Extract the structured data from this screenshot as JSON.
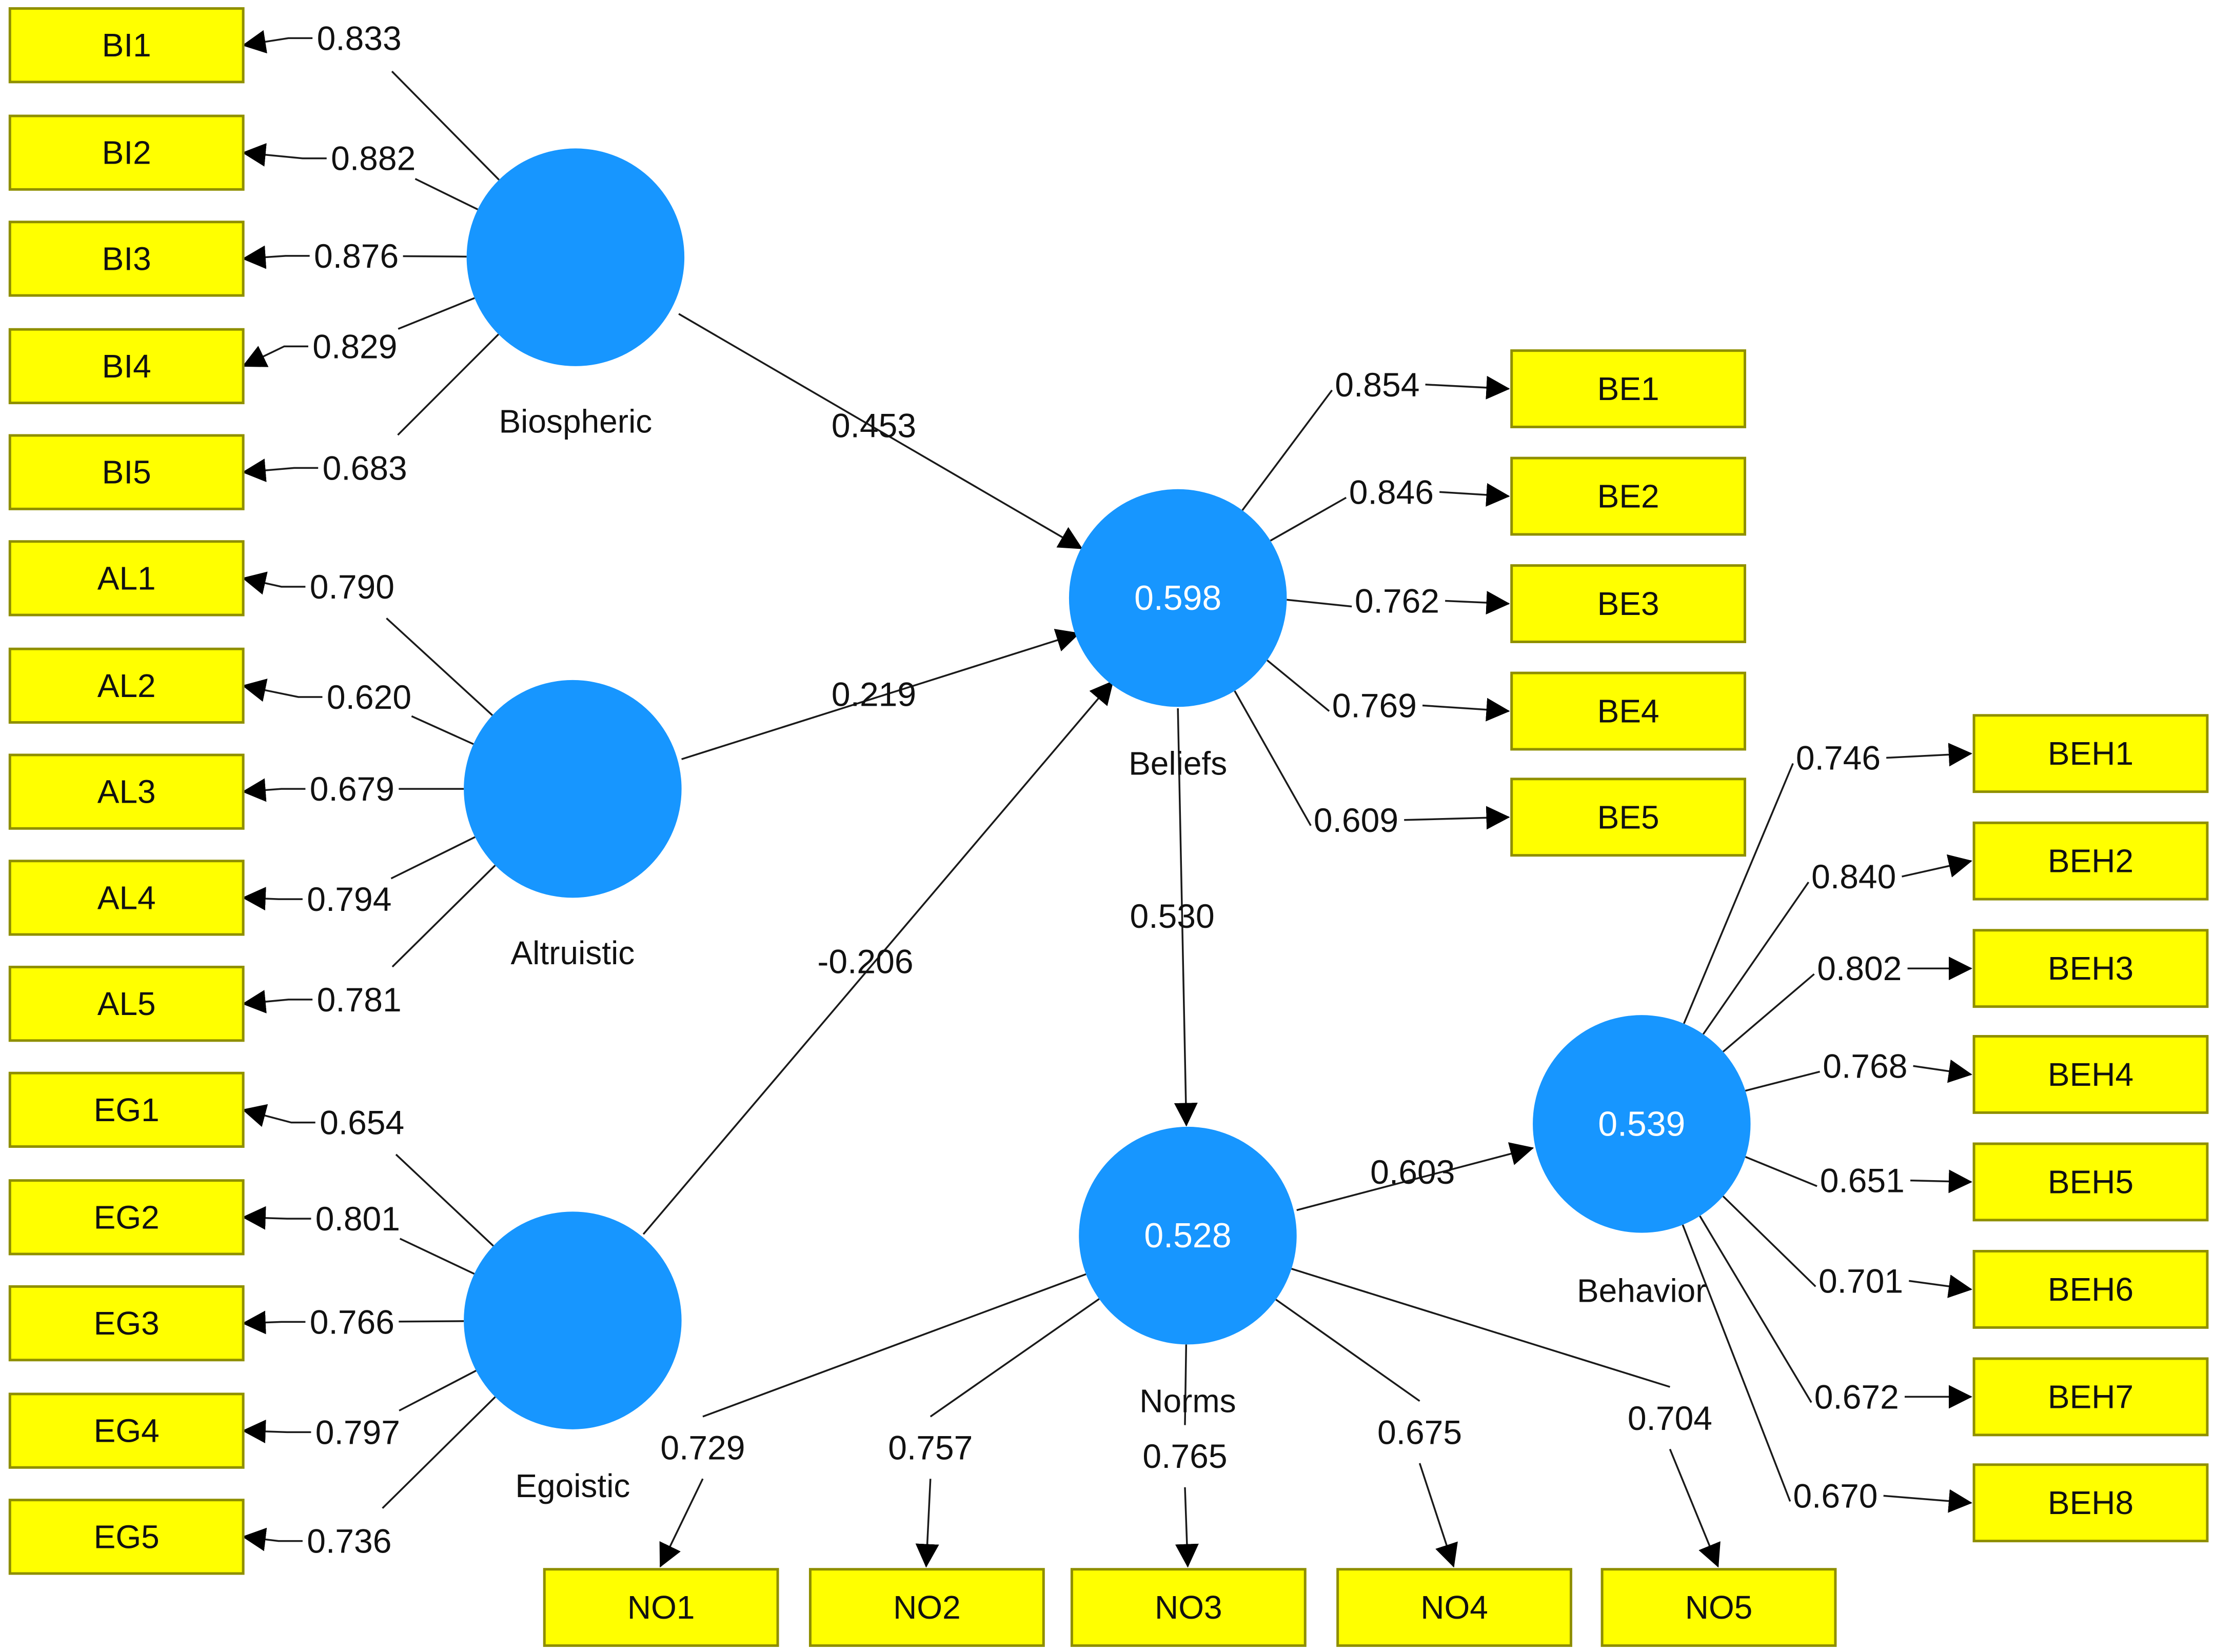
{
  "colors": {
    "indicator_fill": "#ffff00",
    "latent_fill": "#1796ff",
    "line": "#000000"
  },
  "constructs": {
    "biospheric": {
      "name": "Biospheric",
      "r2": ""
    },
    "altruistic": {
      "name": "Altruistic",
      "r2": ""
    },
    "egoistic": {
      "name": "Egoistic",
      "r2": ""
    },
    "beliefs": {
      "name": "Beliefs",
      "r2": "0.598"
    },
    "norms": {
      "name": "Norms",
      "r2": "0.528"
    },
    "behavior": {
      "name": "Behavior",
      "r2": "0.539"
    }
  },
  "indicators": {
    "biospheric": [
      {
        "label": "BI1",
        "loading": "0.833"
      },
      {
        "label": "BI2",
        "loading": "0.882"
      },
      {
        "label": "BI3",
        "loading": "0.876"
      },
      {
        "label": "BI4",
        "loading": "0.829"
      },
      {
        "label": "BI5",
        "loading": "0.683"
      }
    ],
    "altruistic": [
      {
        "label": "AL1",
        "loading": "0.790"
      },
      {
        "label": "AL2",
        "loading": "0.620"
      },
      {
        "label": "AL3",
        "loading": "0.679"
      },
      {
        "label": "AL4",
        "loading": "0.794"
      },
      {
        "label": "AL5",
        "loading": "0.781"
      }
    ],
    "egoistic": [
      {
        "label": "EG1",
        "loading": "0.654"
      },
      {
        "label": "EG2",
        "loading": "0.801"
      },
      {
        "label": "EG3",
        "loading": "0.766"
      },
      {
        "label": "EG4",
        "loading": "0.797"
      },
      {
        "label": "EG5",
        "loading": "0.736"
      }
    ],
    "beliefs": [
      {
        "label": "BE1",
        "loading": "0.854"
      },
      {
        "label": "BE2",
        "loading": "0.846"
      },
      {
        "label": "BE3",
        "loading": "0.762"
      },
      {
        "label": "BE4",
        "loading": "0.769"
      },
      {
        "label": "BE5",
        "loading": "0.609"
      }
    ],
    "behavior": [
      {
        "label": "BEH1",
        "loading": "0.746"
      },
      {
        "label": "BEH2",
        "loading": "0.840"
      },
      {
        "label": "BEH3",
        "loading": "0.802"
      },
      {
        "label": "BEH4",
        "loading": "0.768"
      },
      {
        "label": "BEH5",
        "loading": "0.651"
      },
      {
        "label": "BEH6",
        "loading": "0.701"
      },
      {
        "label": "BEH7",
        "loading": "0.672"
      },
      {
        "label": "BEH8",
        "loading": "0.670"
      }
    ],
    "norms": [
      {
        "label": "NO1",
        "loading": "0.729"
      },
      {
        "label": "NO2",
        "loading": "0.757"
      },
      {
        "label": "NO3",
        "loading": "0.765"
      },
      {
        "label": "NO4",
        "loading": "0.675"
      },
      {
        "label": "NO5",
        "loading": "0.704"
      }
    ]
  },
  "paths": {
    "biospheric_beliefs": "0.453",
    "altruistic_beliefs": "0.219",
    "egoistic_beliefs": "-0.206",
    "beliefs_norms": "0.530",
    "norms_behavior": "0.603"
  }
}
